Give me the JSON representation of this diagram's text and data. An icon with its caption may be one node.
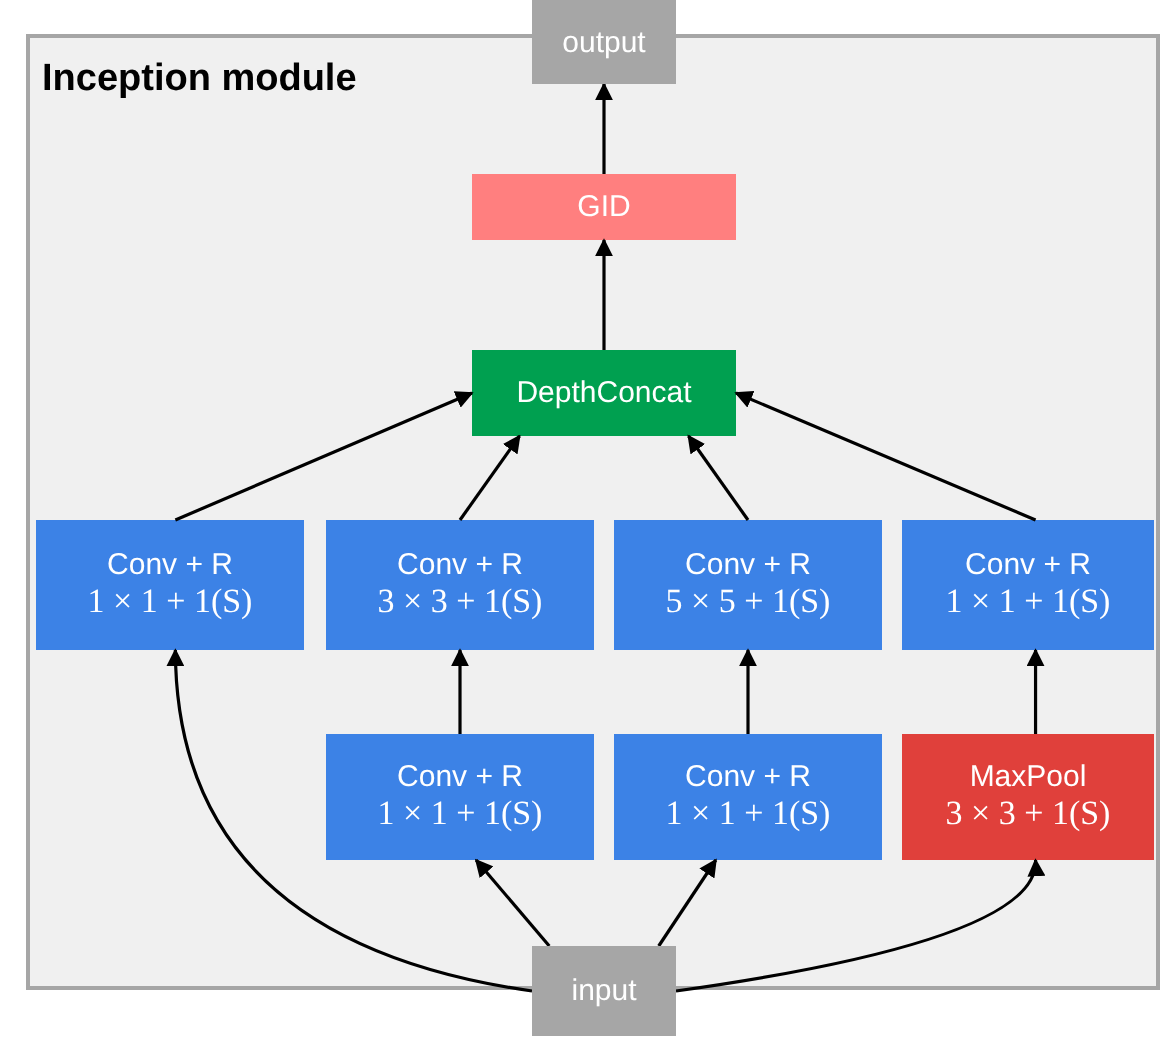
{
  "diagram": {
    "nodes": [
      {
        "text": [
          "Inception module"
        ]
      },
      {
        "text": [
          "output"
        ]
      },
      {
        "text": [
          "GID"
        ],
        "in": 0
      },
      {
        "text": [
          "DepthConcat"
        ],
        "in": 0
      },
      {
        "text": [
          "Conv + R",
          "1 × 1 + 1(S)"
        ],
        "in": 0
      },
      {
        "text": [
          "Conv + R",
          "3 × 3 + 1(S)"
        ],
        "in": 0
      },
      {
        "text": [
          "Conv + R",
          "5 × 5 + 1(S)"
        ],
        "in": 0
      },
      {
        "text": [
          "Conv + R",
          "1 × 1 + 1(S)"
        ],
        "in": 0
      },
      {
        "text": [
          "Conv + R",
          "1 × 1 + 1(S)"
        ],
        "in": 0
      },
      {
        "text": [
          "Conv + R",
          "1 × 1 + 1(S)"
        ],
        "in": 0
      },
      {
        "text": [
          "MaxPool",
          "3 × 3 + 1(S)"
        ],
        "in": 0
      },
      {
        "text": [
          "input"
        ]
      }
    ],
    "edges": [
      {
        "from": 11,
        "to": 4,
        "arrow": "to"
      },
      {
        "from": 11,
        "to": 8,
        "arrow": "to"
      },
      {
        "from": 11,
        "to": 9,
        "arrow": "to"
      },
      {
        "from": 11,
        "to": 10,
        "arrow": "to"
      },
      {
        "from": 8,
        "to": 5,
        "arrow": "to"
      },
      {
        "from": 9,
        "to": 6,
        "arrow": "to"
      },
      {
        "from": 10,
        "to": 7,
        "arrow": "to"
      },
      {
        "from": 4,
        "to": 3,
        "arrow": "to"
      },
      {
        "from": 5,
        "to": 3,
        "arrow": "to"
      },
      {
        "from": 6,
        "to": 3,
        "arrow": "to"
      },
      {
        "from": 7,
        "to": 3,
        "arrow": "to"
      },
      {
        "from": 3,
        "to": 2,
        "arrow": "to"
      },
      {
        "from": 2,
        "to": 1,
        "arrow": "to"
      }
    ]
  }
}
